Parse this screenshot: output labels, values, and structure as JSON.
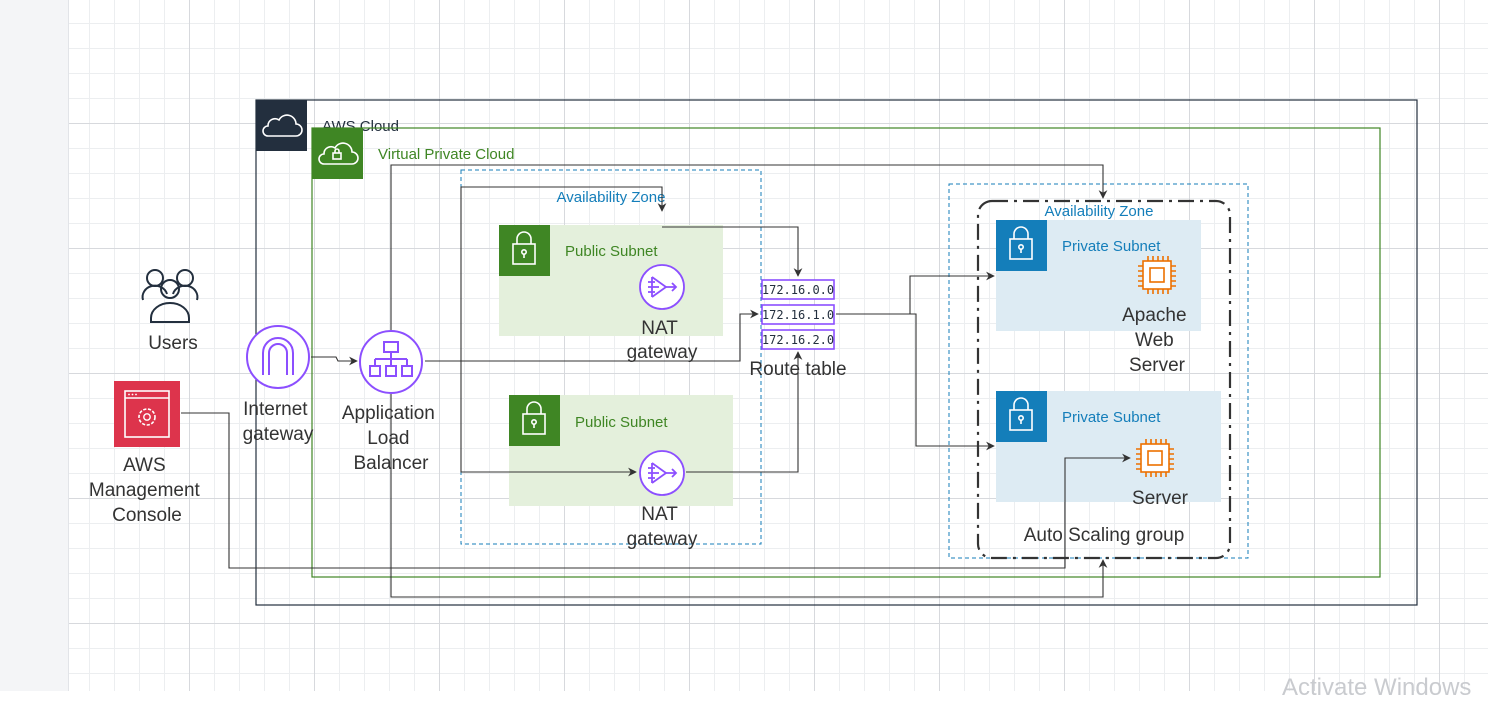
{
  "diagram": {
    "aws_cloud": "AWS Cloud",
    "vpc": "Virtual Private Cloud",
    "az_left": "Availability Zone",
    "az_right": "Availability Zone",
    "public_subnet_top": "Public Subnet",
    "public_subnet_bottom": "Public Subnet",
    "private_subnet_top": "Private Subnet",
    "private_subnet_bottom": "Private Subnet",
    "users": "Users",
    "aws_console": [
      "AWS",
      "Management",
      "Console"
    ],
    "internet_gateway": [
      "Internet",
      "gateway"
    ],
    "alb": [
      "Application",
      "Load",
      "Balancer"
    ],
    "nat_top": [
      "NAT",
      "gateway"
    ],
    "nat_bottom": [
      "NAT",
      "gateway"
    ],
    "route_table": "Route table",
    "routes": [
      "172.16.0.0",
      "172.16.1.0",
      "172.16.2.0"
    ],
    "apache": [
      "Apache",
      "Web",
      "Server"
    ],
    "server": "Server",
    "asg": "Auto Scaling group"
  },
  "colors": {
    "aws_cloud_header": "#232f3e",
    "vpc_green": "#3f8624",
    "subnet_green_fill": "#e4f0dc",
    "az_blue": "#147eba",
    "private_blue_fill": "#ddebf3",
    "purple": "#8c4fff",
    "ec2_orange": "#ed7100",
    "console_pink": "#dd344c"
  },
  "watermark": "Activate Windows"
}
